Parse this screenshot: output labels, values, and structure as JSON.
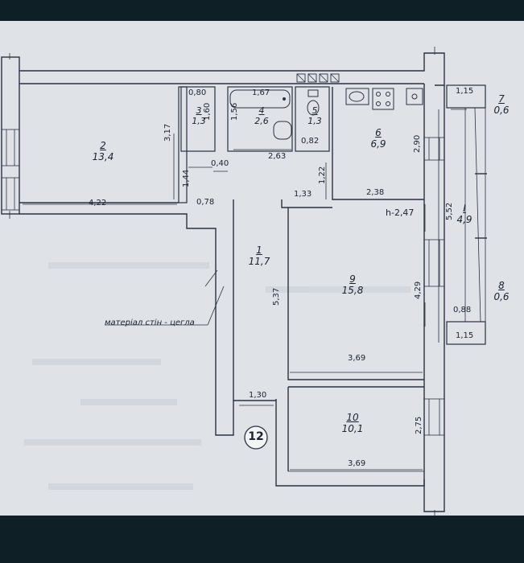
{
  "plan": {
    "rooms": [
      {
        "num": "1",
        "area": "11,7"
      },
      {
        "num": "2",
        "area": "13,4"
      },
      {
        "num": "3",
        "area": "1,3"
      },
      {
        "num": "4",
        "area": "2,6"
      },
      {
        "num": "5",
        "area": "1,3"
      },
      {
        "num": "6",
        "area": "6,9"
      },
      {
        "num": "7",
        "area": "0,6"
      },
      {
        "num": "8",
        "area": "0,6"
      },
      {
        "num": "9",
        "area": "15,8"
      },
      {
        "num": "10",
        "area": "10,1"
      },
      {
        "num": "I",
        "area": "4,9"
      }
    ],
    "dims": {
      "d_422": "4,22",
      "d_317": "3,17",
      "d_144": "1,44",
      "d_078": "0,78",
      "d_080": "0,80",
      "d_160": "1,60",
      "d_040": "0,40",
      "d_167": "1,67",
      "d_156": "1,56",
      "d_263": "2,63",
      "d_082": "0,82",
      "d_122": "1,22",
      "d_133": "1,33",
      "d_238": "2,38",
      "d_290": "2,90",
      "d_115a": "1,15",
      "d_115b": "1,15",
      "d_552": "5,52",
      "d_537": "5,37",
      "d_429": "4,29",
      "d_088": "0,88",
      "d_369a": "3,69",
      "d_369b": "3,69",
      "d_130": "1,30",
      "d_275": "2,75"
    },
    "height_label": "h-2,47",
    "wall_material": "матеріал стін - цегла",
    "apartment_number": "12"
  }
}
